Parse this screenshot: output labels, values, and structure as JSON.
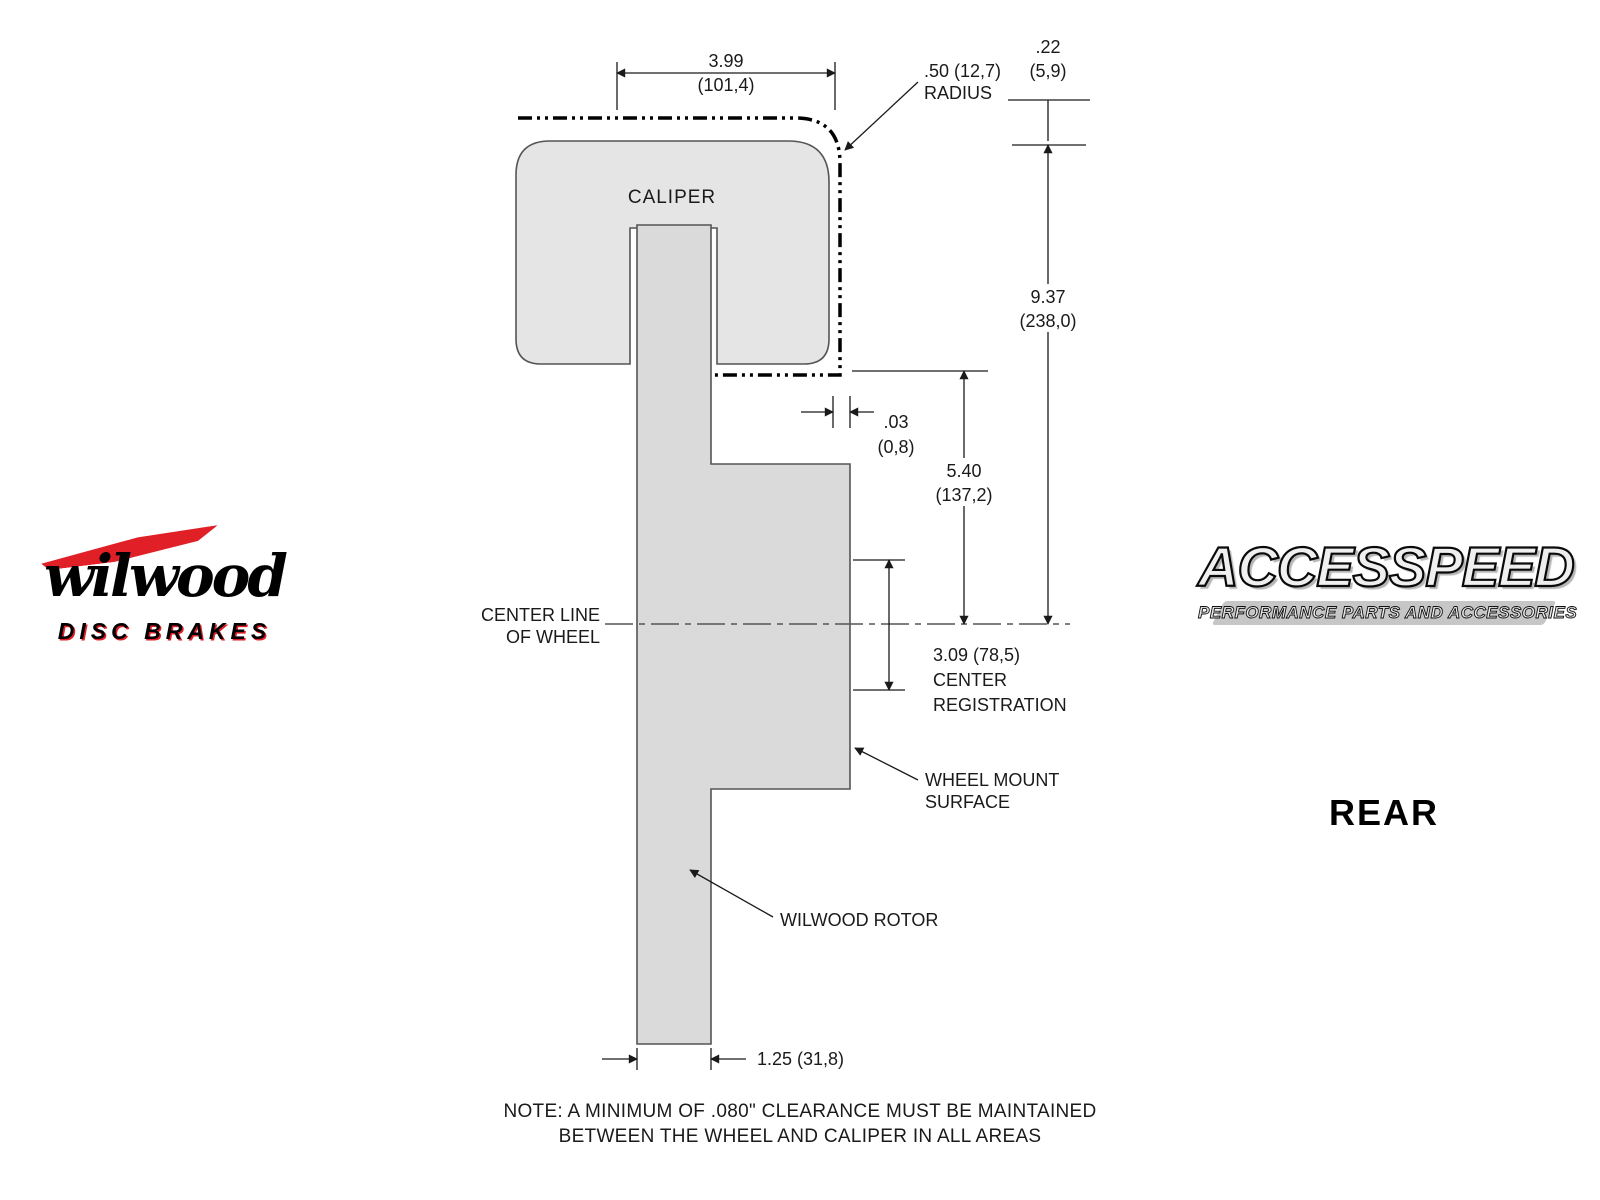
{
  "logos": {
    "wilwood": {
      "wordmark": "wilwood",
      "subtitle": "DISC BRAKES"
    },
    "accesspeed": {
      "wordmark": "ACCESSPEED",
      "subtitle": "PERFORMANCE PARTS AND ACCESSORIES"
    }
  },
  "view_label": "REAR",
  "diagram": {
    "caliper_label": "CALIPER",
    "labels": {
      "center_line_1": "CENTER LINE",
      "center_line_2": "OF WHEEL",
      "wheel_mount_1": "WHEEL MOUNT",
      "wheel_mount_2": "SURFACE",
      "rotor": "WILWOOD ROTOR",
      "radius_value": ".50 (12,7)",
      "radius_word": "RADIUS",
      "center_reg_value": "3.09 (78,5)",
      "center_reg_1": "CENTER",
      "center_reg_2": "REGISTRATION"
    },
    "dims": {
      "caliper_width_in": "3.99",
      "caliper_width_mm": "(101,4)",
      "top_clearance_in": ".22",
      "top_clearance_mm": "(5,9)",
      "overall_height_in": "9.37",
      "overall_height_mm": "(238,0)",
      "gap_in": ".03",
      "gap_mm": "(0,8)",
      "mount_height_in": "5.40",
      "mount_height_mm": "(137,2)",
      "rotor_thickness": "1.25 (31,8)"
    },
    "note_1": "NOTE: A MINIMUM OF .080\" CLEARANCE MUST BE MAINTAINED",
    "note_2": "BETWEEN THE WHEEL AND CALIPER IN ALL AREAS"
  },
  "colors": {
    "caliper_fill": "#e5e5e5",
    "rotor_fill": "#dadada",
    "line_color": "#1a1a1a",
    "accent_red": "#e01f26"
  }
}
